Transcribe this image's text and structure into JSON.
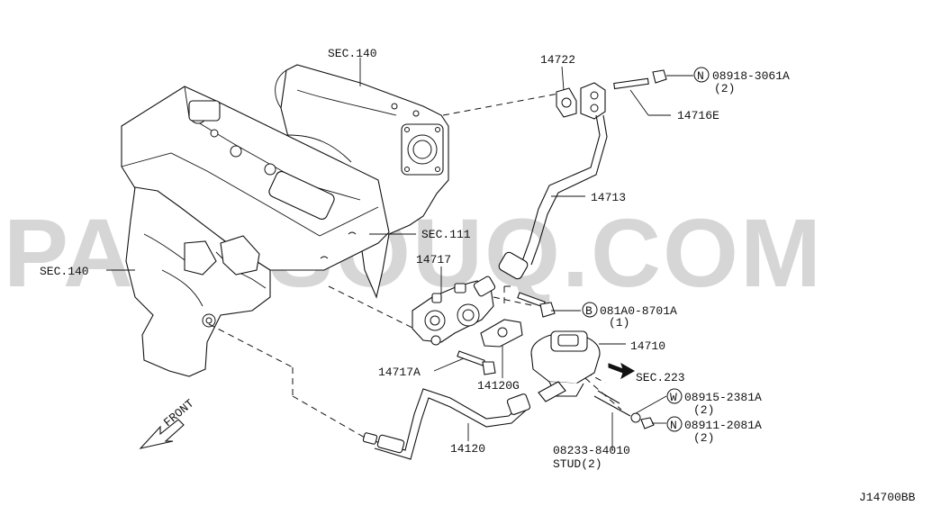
{
  "watermark": "PARTSOUQ.COM",
  "diagram_code": "J14700BB",
  "front_label": "FRONT",
  "labels": {
    "sec140_top": "SEC.140",
    "sec140_left": "SEC.140",
    "sec111": "SEC.111",
    "sec223": "SEC.223",
    "p14722": "14722",
    "p14716e": "14716E",
    "p14713": "14713",
    "p14717": "14717",
    "p14710": "14710",
    "p14717a": "14717A",
    "p14120g": "14120G",
    "p14120": "14120",
    "stud_num": "08233-84010",
    "stud_text": "STUD(2)"
  },
  "callouts": {
    "n1": {
      "mark": "N",
      "part": "08918-3061A",
      "qty": "(2)"
    },
    "b1": {
      "mark": "B",
      "part": "081A0-8701A",
      "qty": "(1)"
    },
    "w1": {
      "mark": "W",
      "part": "08915-2381A",
      "qty": "(2)"
    },
    "n2": {
      "mark": "N",
      "part": "08911-2081A",
      "qty": "(2)"
    }
  }
}
